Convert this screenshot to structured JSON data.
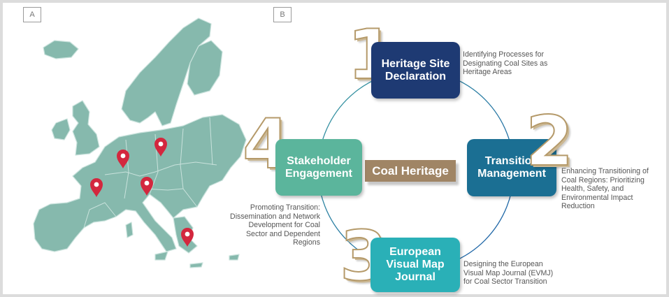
{
  "panels": {
    "a_label": "A",
    "b_label": "B"
  },
  "map": {
    "land_color": "#86b9ad",
    "border_color": "#c9e2dc",
    "pin_color": "#d3273e",
    "pin_icon": "location-pin-icon",
    "pin_count": 5
  },
  "diagram": {
    "center_label": "Coal Heritage",
    "ring_colors": [
      "#3a9aa0",
      "#1b5ea8"
    ],
    "steps": [
      {
        "number": "1",
        "title": "Heritage Site\nDeclaration",
        "color": "#1e3a73",
        "description": "Identifying Processes for\nDesignating Coal Sites as\nHeritage Areas"
      },
      {
        "number": "2",
        "title": "Transition\nManagement",
        "color": "#1b6f93",
        "description": "Enhancing Transitioning  of\nCoal Regions: Prioritizing\nHealth, Safety, and\nEnvironmental Impact\nReduction"
      },
      {
        "number": "3",
        "title": "European\nVisual Map\nJournal",
        "color": "#2ab0b7",
        "description": "Designing the European\nVisual Map Journal (EVMJ)\nfor Coal Sector Transition"
      },
      {
        "number": "4",
        "title": "Stakeholder\nEngagement",
        "color": "#5bb59c",
        "description": "Promoting Transition:\nDissemination and Network\nDevelopment for Coal\nSector and Dependent\nRegions"
      }
    ]
  }
}
